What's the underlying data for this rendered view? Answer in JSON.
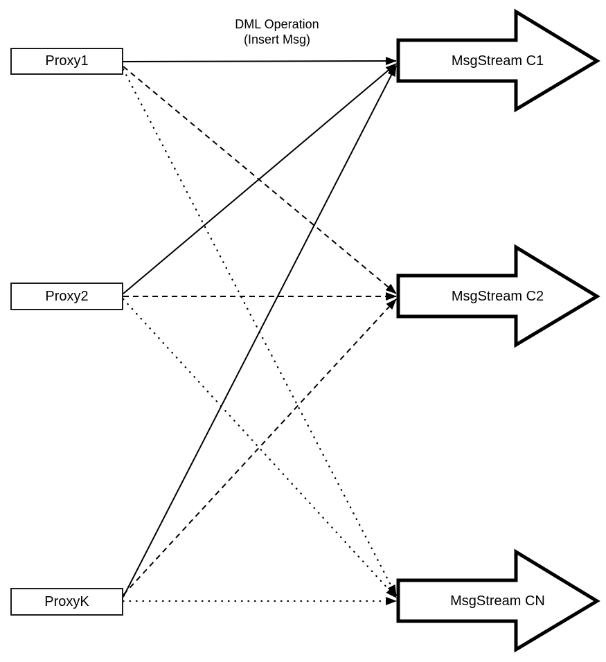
{
  "diagram": {
    "annotation": {
      "line1": "DML Operation",
      "line2": "(Insert Msg)"
    },
    "proxies": [
      {
        "id": "proxy1",
        "label": "Proxy1"
      },
      {
        "id": "proxy2",
        "label": "Proxy2"
      },
      {
        "id": "proxyk",
        "label": "ProxyK"
      }
    ],
    "streams": [
      {
        "id": "c1",
        "label": "MsgStream C1"
      },
      {
        "id": "c2",
        "label": "MsgStream C2"
      },
      {
        "id": "cn",
        "label": "MsgStream CN"
      }
    ],
    "edges": [
      {
        "from": "Proxy1",
        "to": "MsgStream C1",
        "style": "solid"
      },
      {
        "from": "Proxy1",
        "to": "MsgStream C2",
        "style": "dashed"
      },
      {
        "from": "Proxy1",
        "to": "MsgStream CN",
        "style": "dotted"
      },
      {
        "from": "Proxy2",
        "to": "MsgStream C1",
        "style": "solid"
      },
      {
        "from": "Proxy2",
        "to": "MsgStream C2",
        "style": "dashed"
      },
      {
        "from": "Proxy2",
        "to": "MsgStream CN",
        "style": "dotted"
      },
      {
        "from": "ProxyK",
        "to": "MsgStream C1",
        "style": "solid"
      },
      {
        "from": "ProxyK",
        "to": "MsgStream C2",
        "style": "dashed"
      },
      {
        "from": "ProxyK",
        "to": "MsgStream CN",
        "style": "dotted"
      }
    ],
    "colors": {
      "stroke": "#000000",
      "fill": "#ffffff",
      "text": "#000000",
      "background": "#ffffff"
    }
  }
}
